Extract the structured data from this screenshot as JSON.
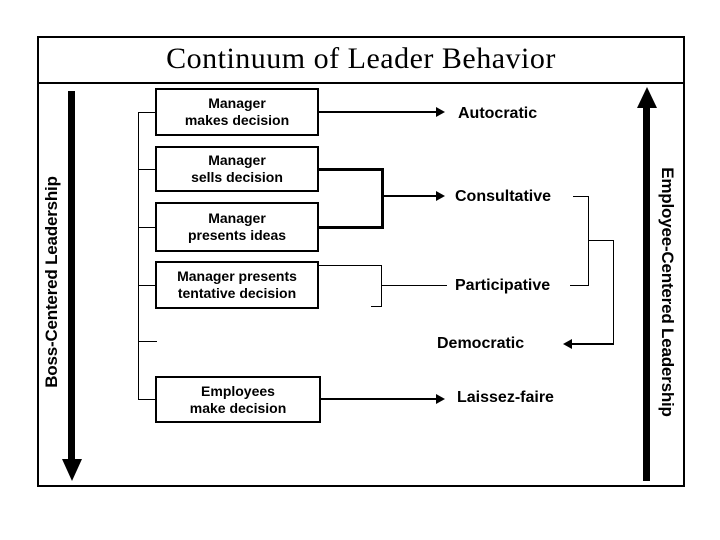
{
  "slide": {
    "title": "Continuum of Leader Behavior"
  },
  "axes": {
    "left": "Boss-Centered Leadership",
    "right": "Employee-Centered Leadership"
  },
  "boxes": [
    {
      "label": "Manager\nmakes decision"
    },
    {
      "label": "Manager\nsells decision"
    },
    {
      "label": "Manager\npresents ideas"
    },
    {
      "label": "Manager presents\ntentative decision"
    },
    {
      "label": "Employees\nmake decision"
    }
  ],
  "styles": [
    {
      "label": "Autocratic"
    },
    {
      "label": "Consultative"
    },
    {
      "label": "Participative"
    },
    {
      "label": "Democratic"
    },
    {
      "label": "Laissez-faire"
    }
  ],
  "colors": {
    "ink": "#000000",
    "background": "#ffffff"
  }
}
